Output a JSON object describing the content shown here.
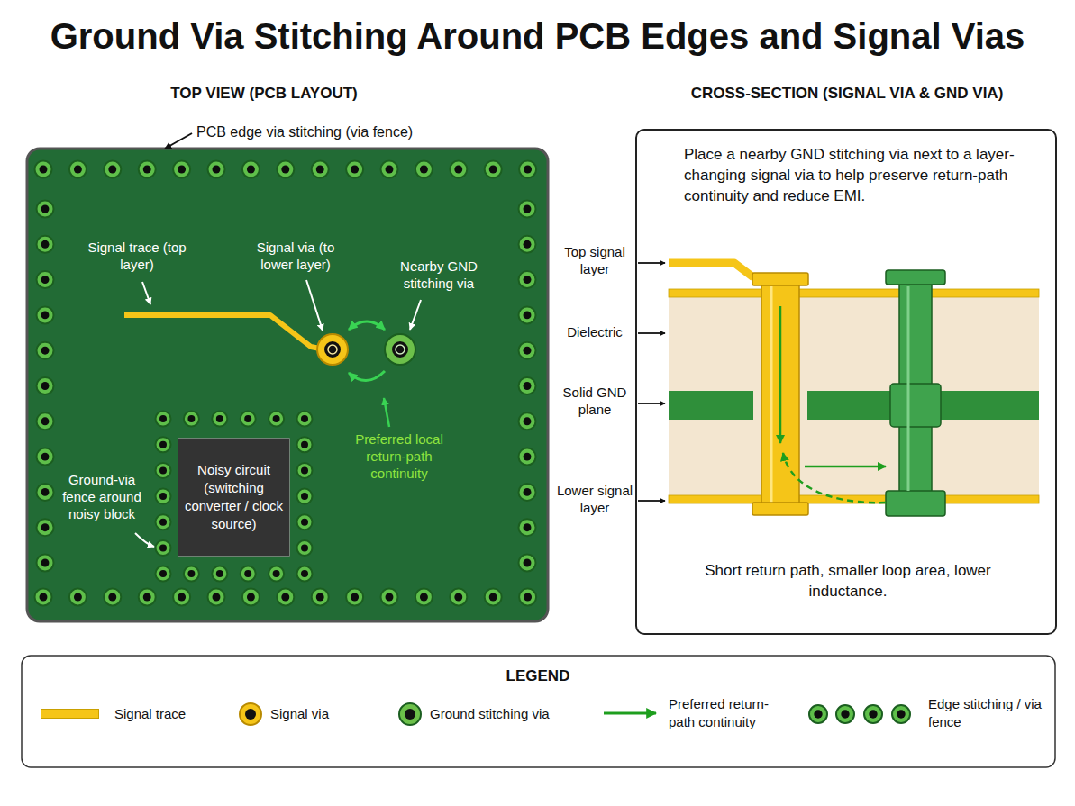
{
  "diagram": {
    "title": "Ground Via Stitching Around PCB Edges and Signal Vias",
    "nodes": [
      {
        "text": [
          "Noisy circuit (switching converter / clock source)"
        ]
      },
      {
        "text": [
          "Place a nearby GND stitching via next to a layer-changing signal via to help preserve return-path continuity and reduce EMI.",
          "Short return path, smaller loop area, lower inductance."
        ]
      }
    ],
    "labels": [
      "TOP VIEW (PCB LAYOUT)",
      "CROSS-SECTION (SIGNAL VIA & GND VIA)",
      "PCB edge via stitching (via fence)",
      "Signal trace (top layer)",
      "Signal via (to lower layer)",
      "Nearby GND stitching via",
      "Preferred local return-path continuity",
      "Ground-via fence around noisy block",
      "Top signal layer",
      "Dielectric",
      "Solid GND plane",
      "Lower signal layer",
      "LEGEND"
    ],
    "legend": [
      {
        "text": "Signal trace",
        "color": "#f5c518"
      },
      {
        "text": "Signal via"
      },
      {
        "text": "Ground stitching via"
      },
      {
        "text": "Preferred return-path continuity"
      },
      {
        "text": "Edge stitching / via fence"
      }
    ]
  }
}
